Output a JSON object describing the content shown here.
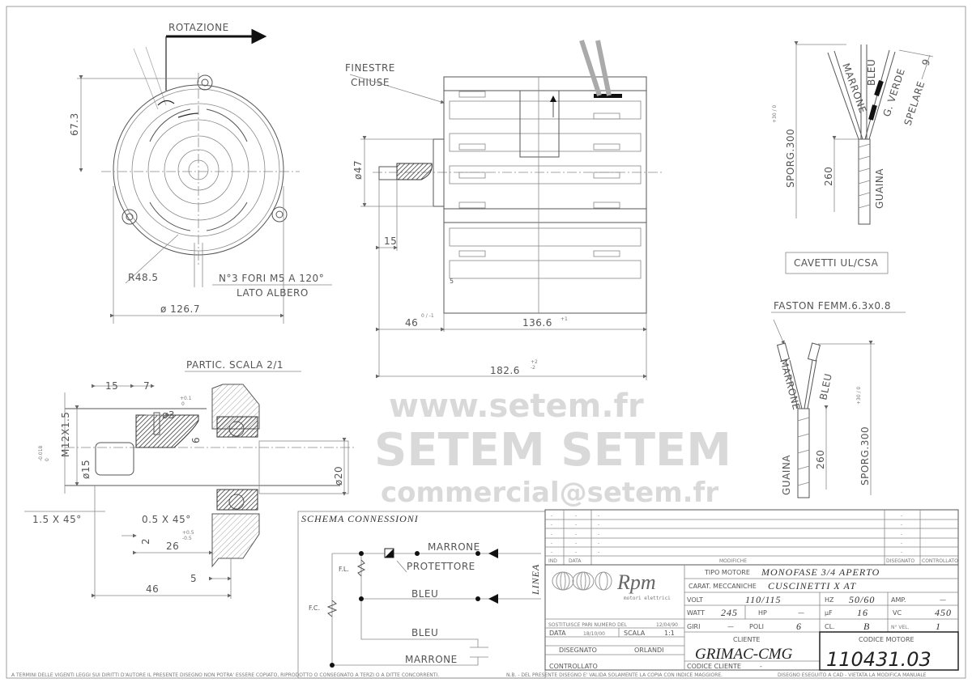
{
  "front_view": {
    "rotation_label": "ROTAZIONE",
    "dim_height": "67.3",
    "dim_radius": "R48.5",
    "holes_note": "N°3 FORI M5 A 120°",
    "shaft_side": "LATO ALBERO",
    "dim_diameter": "ø 126.7"
  },
  "side_view": {
    "windows_note_1": "FINESTRE",
    "windows_note_2": "CHIUSE",
    "dim_shaft_dia": "ø47",
    "dim_15": "15",
    "dim_46": "46",
    "dim_46_tol": "0 / -1",
    "dim_5": "5",
    "dim_136": "136.6",
    "dim_136_tol": "+1",
    "dim_182": "182.6",
    "dim_182_tol_up": "+2",
    "dim_182_tol_down": "-2"
  },
  "detail": {
    "title": "PARTIC. SCALA 2/1",
    "dim_15": "15",
    "dim_7": "7",
    "dim_3": "ø3",
    "dim_3_tol_up": "+0.1",
    "dim_3_tol_down": "0",
    "thread": "M12X1.5",
    "dia_15": "ø15",
    "dia_15_tol_up": "0",
    "dia_15_tol_down": "-0.018",
    "dim_6": "6",
    "dia_20": "ø20",
    "chamfer_1": "1.5 X 45°",
    "chamfer_2": "0.5 X 45°",
    "dim_2": "2",
    "dim_26": "26",
    "dim_26_tol_up": "+0.5",
    "dim_26_tol_down": "-0.5",
    "dim_5": "5",
    "dim_46": "46"
  },
  "cables_top": {
    "wire_1": "MARRONE",
    "wire_2": "BLEU",
    "wire_3": "G. VERDE",
    "strip": "SPELARE",
    "strip_len": "9",
    "length": "SPORG.300",
    "length_tol": "+30 / 0",
    "sheath_len": "260",
    "sheath": "GUAINA",
    "cable_note": "CAVETTI UL/CSA"
  },
  "cables_bottom": {
    "title": "FASTON FEMM.6.3x0.8",
    "wire_1": "MARRONE",
    "wire_2": "BLEU",
    "length": "SPORG.300",
    "length_tol": "+30 / 0",
    "sheath_len": "260",
    "sheath": "GUAINA"
  },
  "schema": {
    "title": "SCHEMA CONNESSIONI",
    "marrone_top": "MARRONE",
    "protector": "PROTETTORE",
    "bleu_1": "BLEU",
    "bleu_2": "BLEU",
    "marrone_bottom": "MARRONE",
    "fl": "F.L.",
    "fc": "F.C.",
    "linea": "LINEA"
  },
  "revisions": {
    "rows": [
      {
        "ind": "-",
        "data": "-",
        "modifica": "-",
        "disegnato": "-"
      },
      {
        "ind": "-",
        "data": "-",
        "modifica": "-",
        "disegnato": "-"
      },
      {
        "ind": "-",
        "data": "-",
        "modifica": "-",
        "disegnato": "-"
      },
      {
        "ind": "-",
        "data": "-",
        "modifica": "-",
        "disegnato": "-"
      },
      {
        "ind": "-",
        "data": "-",
        "modifica": "-",
        "disegnato": "-"
      }
    ],
    "headers": {
      "ind": "IND",
      "data": "DATA",
      "modifiche": "MODIFICHE",
      "disegnato": "DISEGNATO",
      "controllato": "CONTROLLATO"
    }
  },
  "title_block": {
    "logo_text": "Rpm",
    "logo_sub": "motori elettrici",
    "tipo_motore_label": "TIPO MOTORE",
    "tipo_motore": "MONOFASE 3/4 APERTO",
    "carat_label": "CARAT. MECCANICHE",
    "carat": "CUSCINETTI X AT",
    "volt_label": "VOLT",
    "volt": "110/115",
    "hz_label": "HZ",
    "hz": "50/60",
    "amp_label": "AMP.",
    "amp": "—",
    "watt_label": "WATT",
    "watt": "245",
    "hp_label": "HP",
    "hp": "—",
    "uf_label": "µF",
    "uf": "16",
    "vc_label": "VC",
    "vc": "450",
    "giri_label": "GIRI",
    "giri": "—",
    "poli_label": "POLI",
    "poli": "6",
    "cl_label": "CL.",
    "cl": "B",
    "vel_label": "N° VEL.",
    "vel": "1",
    "sostituisce_label": "SOSTITUISCE PARI NUMERO DEL",
    "sostituisce": "12/04/90",
    "data_label": "DATA",
    "data": "18/10/00",
    "scala_label": "SCALA",
    "scala": "1:1",
    "disegnato_label": "DISEGNATO",
    "disegnato": "ORLANDI",
    "controllato_label": "CONTROLLATO",
    "cliente_label": "CLIENTE",
    "cliente": "GRIMAC-CMG",
    "codice_cliente_label": "CODICE CLIENTE",
    "codice_cliente": "-",
    "codice_motore_label": "CODICE MOTORE",
    "codice_motore": "110431.03"
  },
  "footer": {
    "copyright": "A TERMINI DELLE VIGENTI LEGGI SUI DIRITTI D'AUTORE IL PRESENTE DISEGNO NON POTRA' ESSERE COPIATO, RIPRODOTTO O CONSEGNATO A TERZI O A DITTE CONCORRENTI.",
    "nb": "N.B. - DEL PRESENTE DISEGNO E' VALIDA SOLAMENTE LA COPIA CON INDICE MAGGIORE.",
    "cad": "DISEGNO ESEGUITO A CAD - VIETATA LA MODIFICA MANUALE"
  },
  "watermark": {
    "url": "www.setem.fr",
    "brand": "SETEM SETEM",
    "email": "commercial@setem.fr"
  }
}
